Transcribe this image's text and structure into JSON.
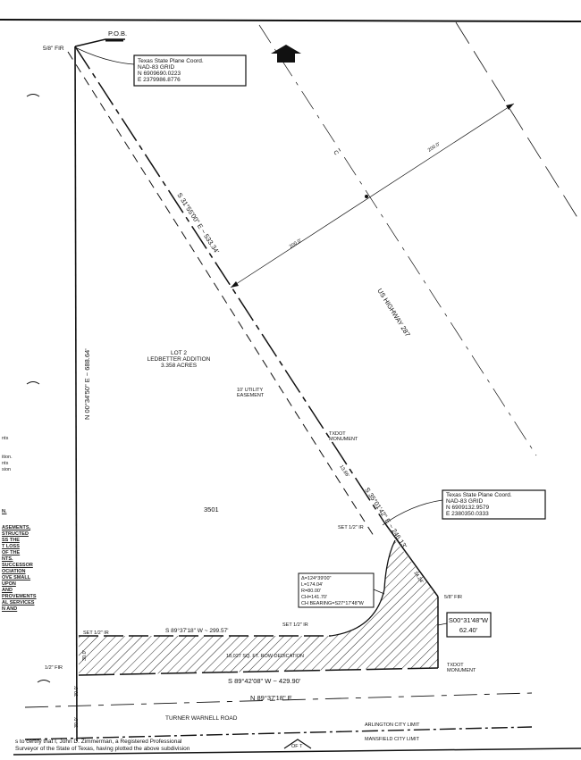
{
  "pob": {
    "label": "P.O.B.",
    "fir": "5/8\" FIR"
  },
  "coord_box_1": {
    "title": "Texas State Plane Coord.",
    "datum": "NAD-83 GRID",
    "north": "N 6909690.0223",
    "east": "E 2379986.8776"
  },
  "coord_box_2": {
    "title": "Texas State Plane Coord.",
    "datum": "NAD-83 GRID",
    "north": "N 6909132.9579",
    "east": "E 2380350.0333"
  },
  "highway": {
    "centerline": "C",
    "name": "US HIGHWAY 287",
    "dim_a": "200.0'",
    "dim_b": "200.0'"
  },
  "lines": {
    "northeast": "S 31°55'00\" E ~ 533.34'",
    "northeast_2": "S 35°01'42\" E ~ 246.13'",
    "offset": "13.86'",
    "short": "14.24'",
    "west": "N 00°34'50\" E ~ 688.64'",
    "top_row": "S 89°37'18\" W ~ 299.57'",
    "south": "S 89°42'08\" W ~ 429.90'",
    "road_center": "N 89°37'18\" E",
    "dim_30_a": "30.0'",
    "dim_30_b": "30.0'",
    "dim_30_c": "30.0'"
  },
  "lot": {
    "line1": "LOT 2",
    "line2": "LEDBETTER ADDITION",
    "line3": "3.358 ACRES",
    "address": "3501"
  },
  "easement": {
    "line1": "10' UTILITY",
    "line2": "EASEMENT"
  },
  "monuments": {
    "txdot_1a": "TXDOT",
    "txdot_1b": "MONUMENT",
    "set_ir_1": "SET 1/2\" IR",
    "set_ir_2": "SET 1/2\" IR",
    "set_ir_3": "SET 1/2\" IR",
    "fir_58": "5/8\" FIR",
    "fir_12": "1/2\" FIR",
    "txdot_2a": "TXDOT",
    "txdot_2b": "MONUMENT"
  },
  "curve": {
    "delta": "Δ=124°39'00\"",
    "length": "L=174.04'",
    "radius": "R=80.00'",
    "chord": "CH=141.70'",
    "bearing": "CH BEARING=S27°17'48\"W"
  },
  "east_box": {
    "bearing": "S00°31'48\"W",
    "distance": "62.40'"
  },
  "dedication": "18,027 SQ. FT. ROW DEDICATION",
  "road": {
    "name": "TURNER WARNELL ROAD",
    "limit_north": "ARLINGTON CITY LIMIT",
    "limit_south": "MANSFIELD CITY LIMIT"
  },
  "certification": {
    "line1": "s to certify that I, John D. Zimmerman, a Registered Professional",
    "line2": "Surveyor of the State of Texas, having plotted the above subdivision"
  },
  "seal_text": "OF T",
  "margin_fragments": [
    "nts",
    "ition.",
    "nts",
    "sion",
    "N.",
    "ASEMENTS,",
    "STRUCTED",
    "SS THE",
    "T LOSS",
    "OF THE",
    "NTS.",
    "SUCCESSOR",
    "OCIATION",
    "OVE SMALL",
    "UPON",
    "AND",
    "PROVEMENTS",
    "AL SERVICES",
    "N AND"
  ]
}
